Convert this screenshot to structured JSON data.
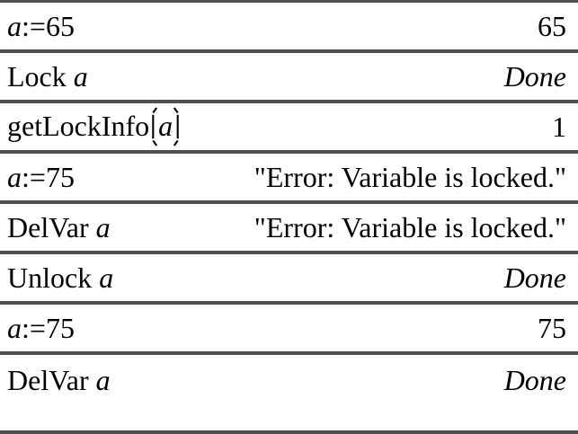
{
  "screen": {
    "colors": {
      "background": "#ffffff",
      "divider": "#4f4f4f",
      "text": "#000000"
    }
  },
  "rows": [
    {
      "input": [
        {
          "text": "a",
          "italic": true
        },
        {
          "text": ":=65",
          "italic": false
        }
      ],
      "result": {
        "text": "65",
        "italic": false
      }
    },
    {
      "input": [
        {
          "text": "Lock ",
          "italic": false
        },
        {
          "text": "a",
          "italic": true
        }
      ],
      "result": {
        "text": "Done",
        "italic": true
      }
    },
    {
      "input": [
        {
          "text": "getLockInfo",
          "italic": false
        },
        {
          "paren": "left"
        },
        {
          "text": "a",
          "italic": true
        },
        {
          "paren": "right"
        }
      ],
      "result": {
        "text": "1",
        "italic": false
      }
    },
    {
      "input": [
        {
          "text": "a",
          "italic": true
        },
        {
          "text": ":=75",
          "italic": false
        }
      ],
      "result": {
        "text": "\"Error: Variable is locked.\"",
        "italic": false
      }
    },
    {
      "input": [
        {
          "text": "DelVar ",
          "italic": false
        },
        {
          "text": "a",
          "italic": true
        }
      ],
      "result": {
        "text": "\"Error: Variable is locked.\"",
        "italic": false
      }
    },
    {
      "input": [
        {
          "text": "Unlock ",
          "italic": false
        },
        {
          "text": "a",
          "italic": true
        }
      ],
      "result": {
        "text": "Done",
        "italic": true
      }
    },
    {
      "input": [
        {
          "text": "a",
          "italic": true
        },
        {
          "text": ":=75",
          "italic": false
        }
      ],
      "result": {
        "text": "75",
        "italic": false
      }
    },
    {
      "input": [
        {
          "text": "DelVar ",
          "italic": false
        },
        {
          "text": "a",
          "italic": true
        }
      ],
      "result": {
        "text": "Done",
        "italic": true
      }
    }
  ]
}
